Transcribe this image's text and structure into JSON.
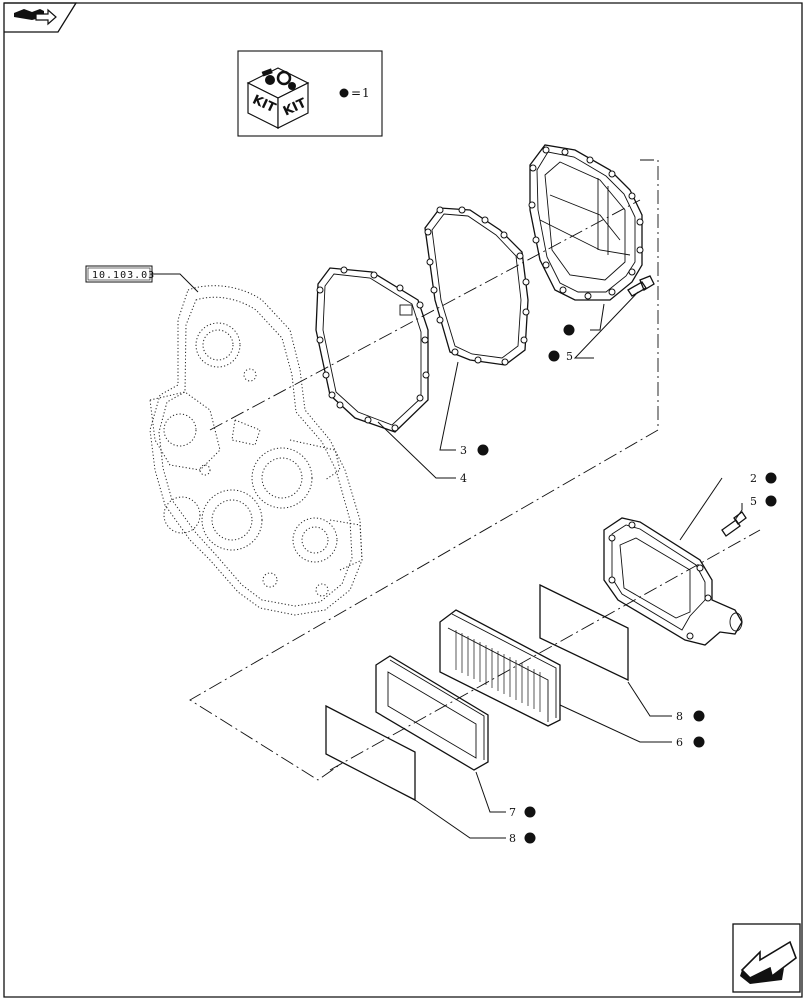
{
  "header": {
    "icon": "book-arrow-icon"
  },
  "kit_box": {
    "icon": "kit-box-icon",
    "box_labels": [
      "KIT",
      "KIT"
    ],
    "equals": "=",
    "value": "1"
  },
  "reference": {
    "code": "10.103.03"
  },
  "callouts": [
    {
      "number": "2",
      "kit": true
    },
    {
      "number": "5",
      "kit": true
    },
    {
      "number": "3",
      "kit": true
    },
    {
      "number": "4",
      "kit": false
    },
    {
      "number": "5",
      "kit": true
    },
    {
      "number": "",
      "kit": true
    },
    {
      "number": "8",
      "kit": true
    },
    {
      "number": "6",
      "kit": true
    },
    {
      "number": "7",
      "kit": true
    },
    {
      "number": "8",
      "kit": true
    }
  ],
  "footer": {
    "icon": "next-page-arrow-icon"
  }
}
